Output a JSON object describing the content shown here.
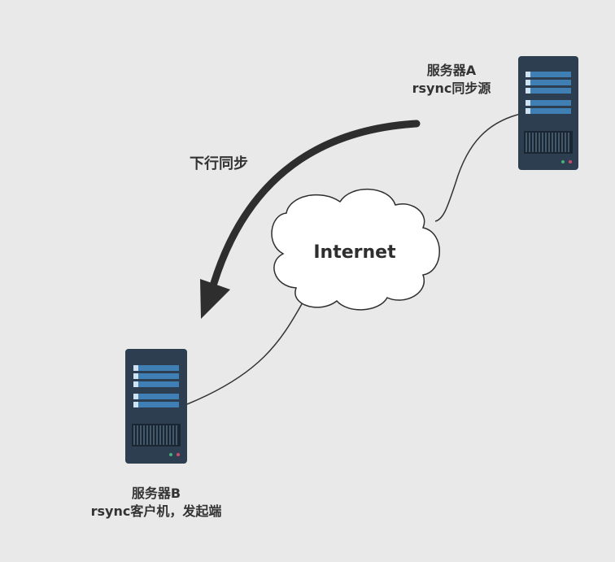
{
  "server_a": {
    "name": "服务器A",
    "role": "rsync同步源"
  },
  "server_b": {
    "name": "服务器B",
    "role": "rsync客户机，发起端"
  },
  "cloud": {
    "label": "Internet"
  },
  "arrow": {
    "label": "下行同步"
  },
  "colors": {
    "background": "#e9e9e9",
    "server_body": "#2c3e4f",
    "server_slot": "#3f7fb3",
    "arrow": "#2e2e2e",
    "cloud_fill": "#ffffff",
    "link_line": "#333333"
  }
}
